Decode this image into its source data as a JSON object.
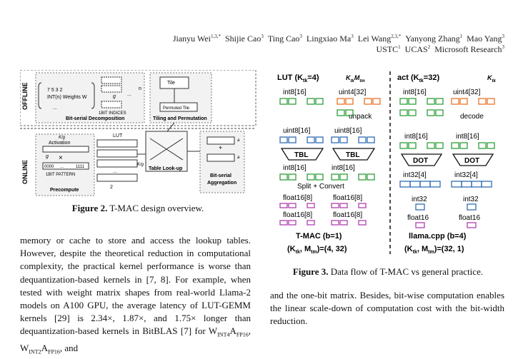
{
  "authors": {
    "line1": [
      {
        "name": "Jianyu Wei",
        "sup": "1,3,*"
      },
      {
        "name": "Shijie Cao",
        "sup": "3"
      },
      {
        "name": "Ting Cao",
        "sup": "3"
      },
      {
        "name": "Lingxiao Ma",
        "sup": "3"
      },
      {
        "name": "Lei Wang",
        "sup": "2,3,*"
      },
      {
        "name": "Yanyong Zhang",
        "sup": "1"
      },
      {
        "name": "Mao Yang",
        "sup": "3"
      }
    ],
    "line2": [
      {
        "name": "USTC",
        "sup": "1"
      },
      {
        "name": "UCAS",
        "sup": "2"
      },
      {
        "name": "Microsoft Research",
        "sup": "3"
      }
    ]
  },
  "figure2": {
    "caption_label": "Figure 2.",
    "caption_text": " T-MAC design overview.",
    "labels": {
      "offline": "OFFLINE",
      "online": "ONLINE",
      "weights": "INT(n) Weights W",
      "weight_digits": "7 5 3 2",
      "dots": "...",
      "bit_serial_decomp": "Bit-serial Decomposition",
      "onebit_indices": "1BIT INDICES",
      "tiling": "Tiling and Permutation",
      "tile": "Tile",
      "permuted_tile": "Permuted Tile",
      "n": "n",
      "g": "g",
      "k_over_g": "K/g",
      "activation": "Activation",
      "x": "×",
      "pattern_first": "0000",
      "pattern_last": "1111",
      "onebit_pattern": "1BIT PATTERN",
      "two_g": "2",
      "precompute": "Precompute",
      "lut": "LUT",
      "table_lookup": "Table Look-up",
      "plus": "+",
      "a0": "a",
      "a1": "a",
      "bit_serial_agg_1": "Bit-serial",
      "bit_serial_agg_2": "Aggregation"
    }
  },
  "figure3": {
    "caption_label": "Figure 3.",
    "caption_text": " Data flow of T-MAC vs general practice.",
    "left": {
      "title": "LUT (K",
      "title_val": "=4)",
      "sub_k": "tk",
      "right_title": "K",
      "right_sub": "tk",
      "right_m": "M",
      "right_m_sub": "tm",
      "int8_16": "int8[16]",
      "uint4_32": "uint4[32]",
      "unpack": "unpack",
      "uint8_16a": "uint8[16]",
      "uint8_16b": "uint8[16]",
      "tbl": "TBL",
      "int8_16c": "int8[16]",
      "int8_16d": "int8[16]",
      "split": "Split + Convert",
      "float_a": "float16[8]",
      "float_b": "float16[8]",
      "float_c": "float16[8]",
      "float_d": "float16[8]",
      "name": "T-MAC (b=1)",
      "params": "(K",
      "params_sub1": "tk",
      "params_mid": ", M",
      "params_sub2": "tm",
      "params_val": ")=(4, 32)"
    },
    "right": {
      "title": "act (K",
      "title_val": "=32)",
      "sub_k": "tk",
      "right_title": "K",
      "right_sub": "tk",
      "int8_16": "int8[16]",
      "uint4_32": "uint4[32]",
      "decode": "decode",
      "int8_16b": "int8[16]",
      "int8_16c": "int8[16]",
      "dot": "DOT",
      "int32_4a": "int32[4]",
      "int32_4b": "int32[4]",
      "int32a": "int32",
      "int32b": "int32",
      "float16a": "float16",
      "float16b": "float16",
      "name": "llama.cpp (b=4)",
      "params": "(K",
      "params_sub1": "tk",
      "params_mid": ", M",
      "params_sub2": "tm",
      "params_val": ")=(32, 1)"
    }
  },
  "body": {
    "left_paragraph": "memory or cache to store and access the lookup tables. However, despite the theoretical reduction in computational complexity, the practical kernel performance is worse than dequantization-based kernels in [7, 8]. For example, when tested with weight matrix shapes from real-world Llama-2 models on A100 GPU, the average latency of LUT-GEMM kernels [29] is 2.34×, 1.87×, and 1.75× longer than dequantization-based kernels in BitBLAS [7] for W",
    "left_tail": [
      {
        "t": "INT4",
        "sub": true
      },
      {
        "t": "A",
        "sub": false
      },
      {
        "t": "FP16",
        "sub": true
      },
      {
        "t": ", W",
        "sub": false
      },
      {
        "t": "INT2",
        "sub": true
      },
      {
        "t": "A",
        "sub": false
      },
      {
        "t": "FP16",
        "sub": true
      },
      {
        "t": ", and",
        "sub": false
      }
    ],
    "right_paragraph": "and the one-bit matrix. Besides, bit-wise computation enables the linear scale-down of computation cost with the bit-width reduction."
  },
  "colors": {
    "green": "#2e9e3a",
    "orange": "#e8742a",
    "blue": "#2f6db3",
    "purple": "#b23fb0",
    "dashed": "#555555"
  }
}
